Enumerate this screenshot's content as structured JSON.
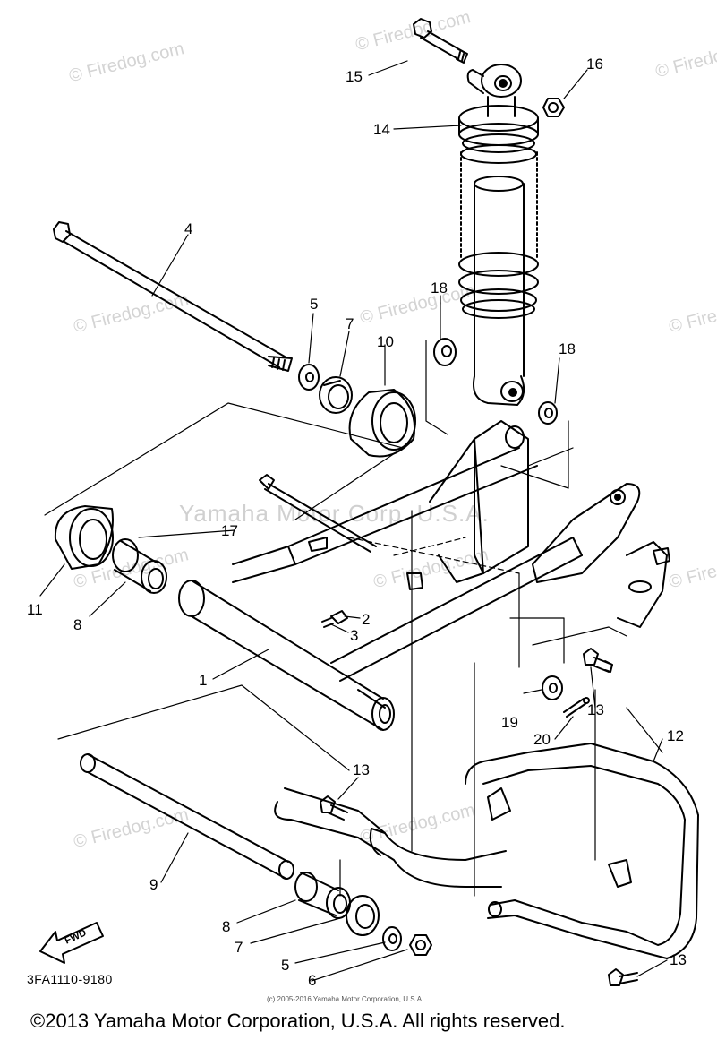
{
  "watermark": {
    "site": "© Firedog.com",
    "brand": "Yamaha Motor Corp. U.S.A."
  },
  "diagram": {
    "part_code": "3FA1110-9180",
    "fwd_label": "FWD",
    "callouts": [
      "1",
      "2",
      "3",
      "4",
      "5",
      "6",
      "7",
      "8",
      "9",
      "10",
      "11",
      "12",
      "13",
      "14",
      "15",
      "16",
      "17",
      "18",
      "19",
      "20"
    ]
  },
  "footer": {
    "small_copyright": "(c) 2005-2016 Yamaha Motor Corporation, U.S.A.",
    "copyright": "©2013 Yamaha Motor Corporation, U.S.A. All rights reserved."
  }
}
